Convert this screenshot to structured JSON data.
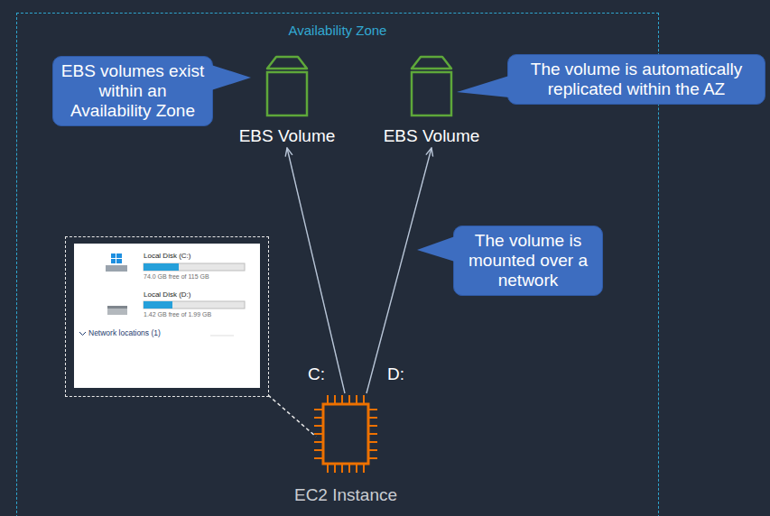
{
  "diagram": {
    "nodes": [
      {
        "text": [
          "Availability Zone"
        ]
      },
      {
        "text": [
          "EBS volumes exist within an Availability Zone"
        ],
        "in": 0
      },
      {
        "text": [
          "EBS Volume"
        ],
        "in": 0
      },
      {
        "text": [
          "EBS Volume"
        ],
        "in": 0
      },
      {
        "text": [
          "The volume is automatically replicated within the AZ"
        ]
      },
      {
        "text": [
          "Local Disk (C:)",
          "74.0 GB free of 115 GB",
          "Local Disk (D:)",
          "1.42 GB free of 1.99 GB",
          "Network locations (1)"
        ],
        "in": 0
      },
      {
        "text": [
          "The volume is mounted over a network"
        ],
        "in": 0
      },
      {
        "text": [
          "EC2 Instance"
        ],
        "in": 0
      }
    ],
    "edges": [
      {
        "from": 7,
        "to": 2,
        "arrow": "to"
      },
      {
        "from": 7,
        "to": 3,
        "arrow": "to"
      }
    ],
    "labels": [
      "C:",
      "D:"
    ]
  }
}
